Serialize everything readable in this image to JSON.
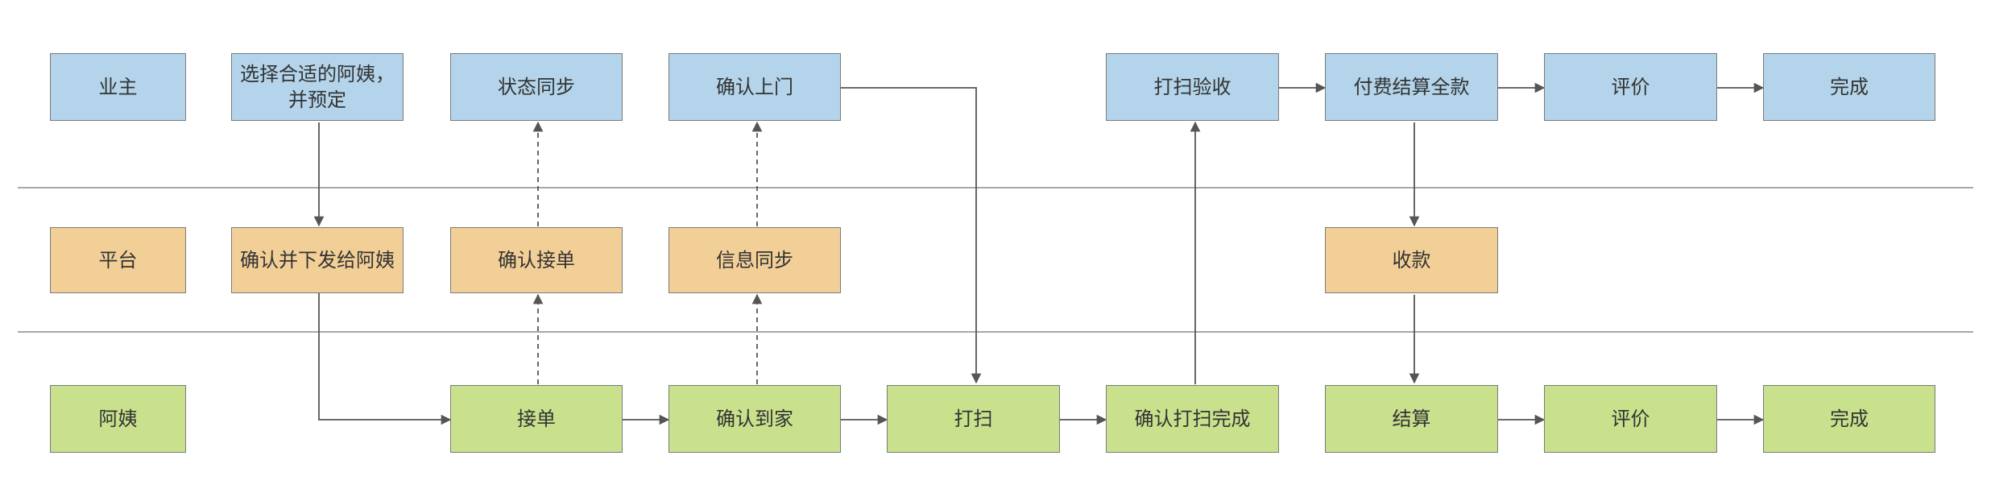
{
  "lanes": {
    "owner": "业主",
    "platform": "平台",
    "auntie": "阿姨"
  },
  "owner": {
    "select": "选择合适的阿姨，\n并预定",
    "status_sync": "状态同步",
    "confirm_visit": "确认上门",
    "inspect": "打扫验收",
    "pay_full": "付费结算全款",
    "review": "评价",
    "done": "完成"
  },
  "platform": {
    "confirm_dispatch": "确认并下发给阿姨",
    "confirm_order": "确认接单",
    "info_sync": "信息同步",
    "collect": "收款"
  },
  "auntie": {
    "accept": "接单",
    "confirm_arrival": "确认到家",
    "clean": "打扫",
    "confirm_clean_done": "确认打扫完成",
    "settle": "结算",
    "review": "评价",
    "done": "完成"
  },
  "colors": {
    "owner_fill": "#b3d4ea",
    "platform_fill": "#f3cf98",
    "auntie_fill": "#c9e18d",
    "line": "#555555"
  }
}
